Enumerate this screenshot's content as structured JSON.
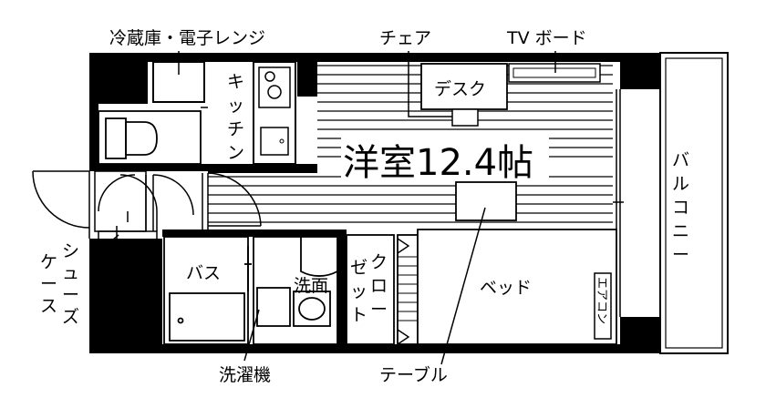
{
  "title": "洋室12.4帖",
  "labels": {
    "fridge": "冷蔵庫・電子レンジ",
    "chair": "チェア",
    "tv_board": "TV ボード",
    "kitchen": [
      "キ",
      "ッ",
      "チ",
      "ン"
    ],
    "desk": "デスク",
    "balcony": [
      "バ",
      "ル",
      "コ",
      "ニ",
      "ー"
    ],
    "shoes_left": [
      "シ",
      "ュ",
      "ー",
      "ズ"
    ],
    "shoes_right": [
      "ケ",
      "ー",
      "ス"
    ],
    "bath": "バス",
    "washroom": "洗面",
    "closet_left": [
      "ゼ",
      "ッ",
      "ト"
    ],
    "closet_right": [
      "ク",
      "ロ",
      "ー"
    ],
    "bed": "ベッド",
    "aircon": "エアコン",
    "washer": "洗濯機",
    "table": "テーブル"
  }
}
